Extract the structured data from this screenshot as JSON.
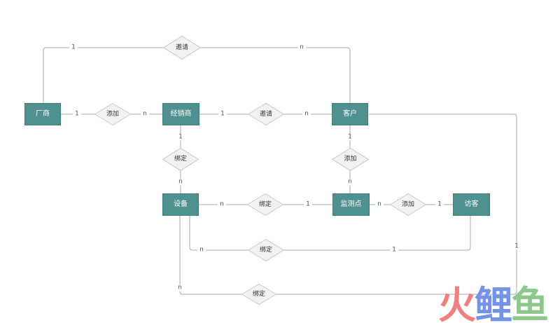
{
  "diagram": {
    "type": "er-diagram",
    "entities": [
      {
        "id": "factory",
        "label": "厂商"
      },
      {
        "id": "dealer",
        "label": "经销商"
      },
      {
        "id": "customer",
        "label": "客户"
      },
      {
        "id": "device",
        "label": "设备"
      },
      {
        "id": "monitor-point",
        "label": "监测点"
      },
      {
        "id": "visitor",
        "label": "访客"
      }
    ],
    "relationships": [
      {
        "id": "invite-top",
        "label": "邀请"
      },
      {
        "id": "add-factory-dealer",
        "label": "添加"
      },
      {
        "id": "invite-dealer-customer",
        "label": "邀请"
      },
      {
        "id": "bind-dealer-device",
        "label": "绑定"
      },
      {
        "id": "add-customer-monitorpoint",
        "label": "添加"
      },
      {
        "id": "bind-device-monitorpoint",
        "label": "绑定"
      },
      {
        "id": "add-monitorpoint-visitor",
        "label": "添加"
      },
      {
        "id": "bind-device-visitor",
        "label": "绑定"
      },
      {
        "id": "bind-device-customer",
        "label": "绑定"
      }
    ],
    "cardinality_labels": [
      {
        "edge": "factory-invite_top",
        "label": "1"
      },
      {
        "edge": "invite_top-customer",
        "label": "n"
      },
      {
        "edge": "factory-add",
        "label": "1"
      },
      {
        "edge": "add-dealer",
        "label": "n"
      },
      {
        "edge": "dealer-invite",
        "label": "1"
      },
      {
        "edge": "invite-customer",
        "label": "n"
      },
      {
        "edge": "dealer-bind",
        "label": "1"
      },
      {
        "edge": "bind-device",
        "label": "n"
      },
      {
        "edge": "customer-add",
        "label": "1"
      },
      {
        "edge": "add-monitorpoint",
        "label": "n"
      },
      {
        "edge": "device-bind2",
        "label": "n"
      },
      {
        "edge": "bind2-monitorpoint",
        "label": "1"
      },
      {
        "edge": "monitorpoint-add2",
        "label": "n"
      },
      {
        "edge": "add2-visitor",
        "label": "1"
      },
      {
        "edge": "device-bind3",
        "label": "n"
      },
      {
        "edge": "bind3-visitor",
        "label": "1"
      },
      {
        "edge": "device-bind4",
        "label": "n"
      },
      {
        "edge": "bind4-customer",
        "label": "1"
      }
    ]
  },
  "watermark": {
    "text": "火鲤鱼",
    "chars": [
      {
        "text": "火",
        "color": "#f17f7f"
      },
      {
        "text": "鲤",
        "color": "#7493e8"
      },
      {
        "text": "鱼",
        "color": "#8cc88c"
      }
    ]
  },
  "colors": {
    "entity_fill": "#4e918e",
    "entity_border": "#427e7b",
    "entity_text": "#ffffff",
    "diamond_fill": "#f2f2f2",
    "diamond_border": "#c8c8c8",
    "diamond_text": "#333333",
    "line": "#a8a8a8",
    "cardinality_text": "#4f4f4f",
    "background": "#ffffff"
  }
}
